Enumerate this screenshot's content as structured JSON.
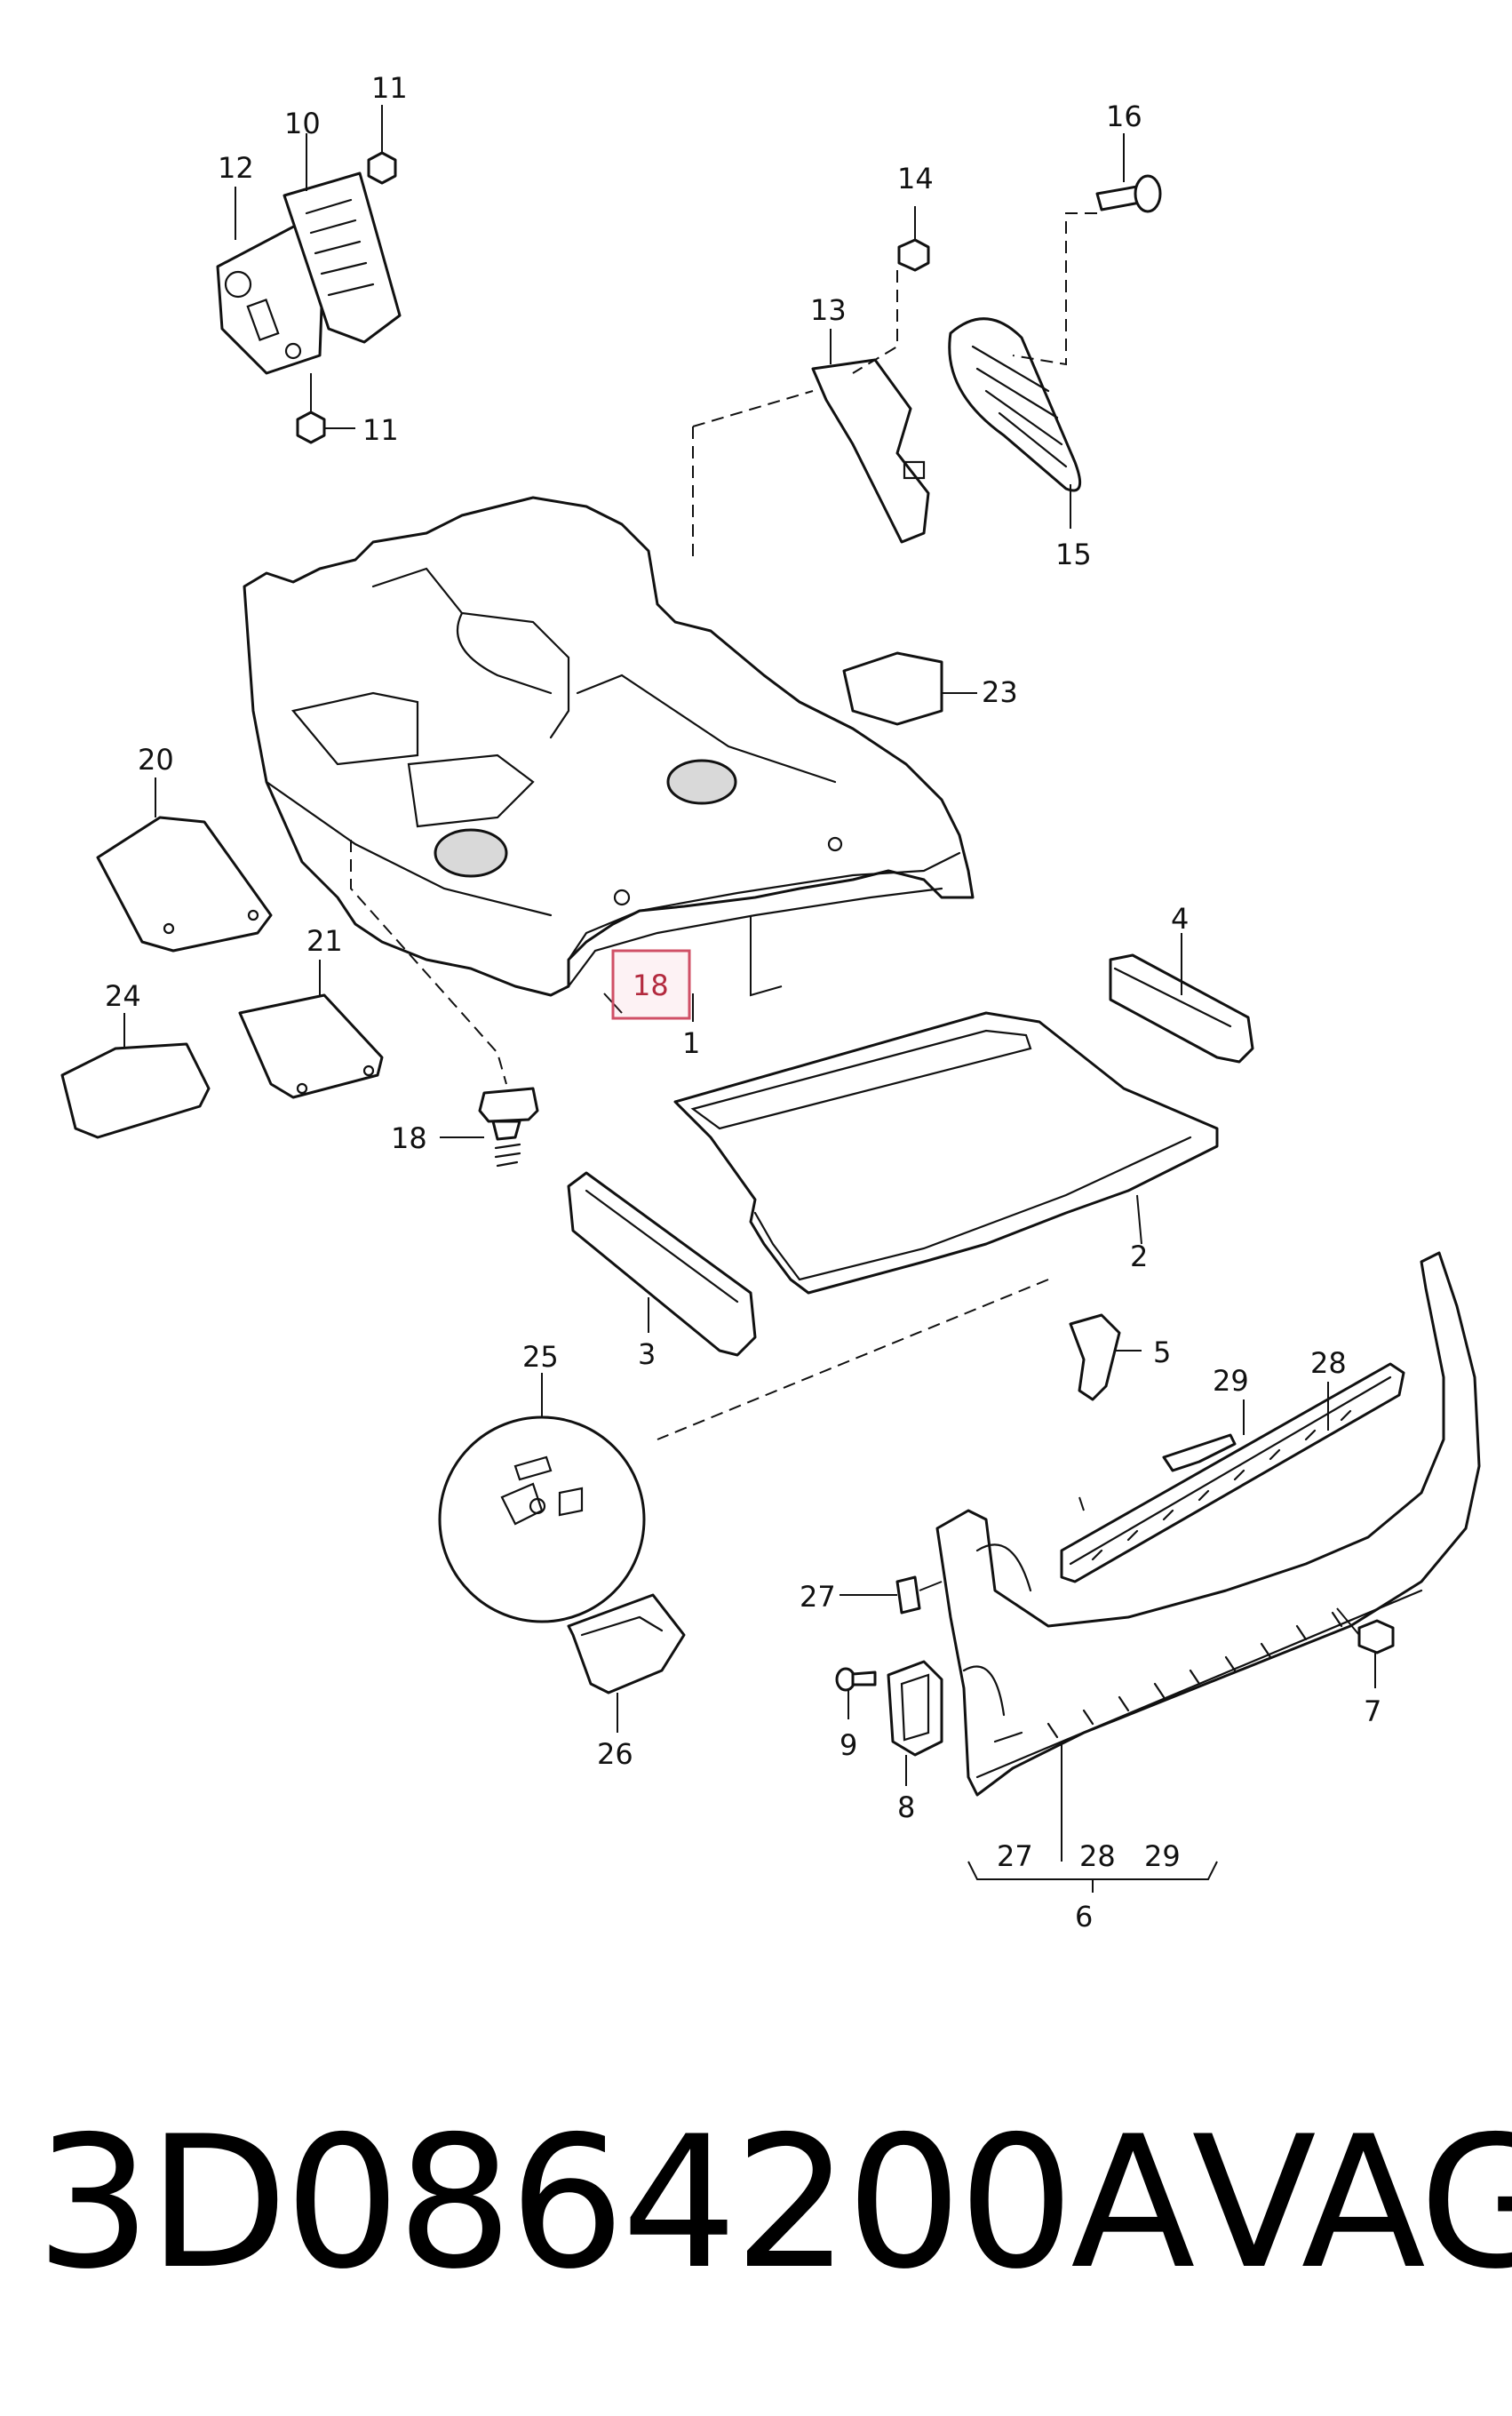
{
  "callouts": {
    "c1": "1",
    "c2": "2",
    "c3": "3",
    "c4": "4",
    "c5": "5",
    "c6": "6",
    "c7": "7",
    "c8": "8",
    "c9": "9",
    "c10": "10",
    "c11a": "11",
    "c11b": "11",
    "c12": "12",
    "c13": "13",
    "c14": "14",
    "c15": "15",
    "c16": "16",
    "c18a": "18",
    "c18b": "18",
    "c20": "20",
    "c21": "21",
    "c23": "23",
    "c24": "24",
    "c25": "25",
    "c26": "26",
    "c27a": "27",
    "c27b": "27",
    "c28a": "28",
    "c28b": "28",
    "c29a": "29",
    "c29b": "29"
  },
  "footer": {
    "part_number": "3D0864200A",
    "brand": "VAG"
  },
  "colors": {
    "line": "#111111",
    "highlight": "#d05066"
  }
}
